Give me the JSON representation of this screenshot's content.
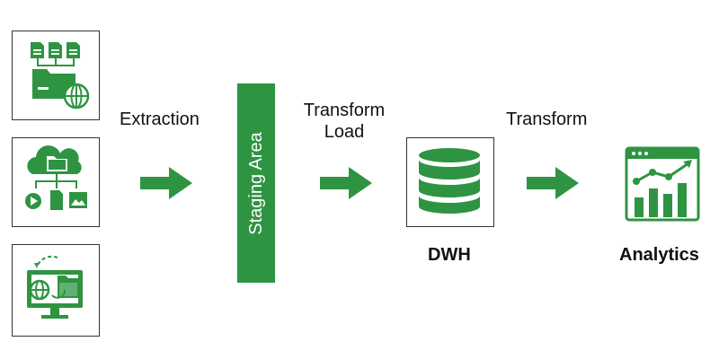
{
  "colors": {
    "accent": "#2e9442",
    "border": "#333333",
    "text": "#111111"
  },
  "sources": [
    {
      "icon": "file-network-folder-globe-icon"
    },
    {
      "icon": "cloud-folder-media-icon"
    },
    {
      "icon": "monitor-globe-sync-icon"
    }
  ],
  "steps": {
    "extraction": "Extraction",
    "staging": "Staging Area",
    "transform_load_1": "Transform",
    "transform_load_2": "Load",
    "dwh": "DWH",
    "transform": "Transform",
    "analytics": "Analytics"
  },
  "icons": {
    "database": "database-icon",
    "analytics": "analytics-dashboard-icon",
    "arrow": "right-arrow-icon"
  }
}
